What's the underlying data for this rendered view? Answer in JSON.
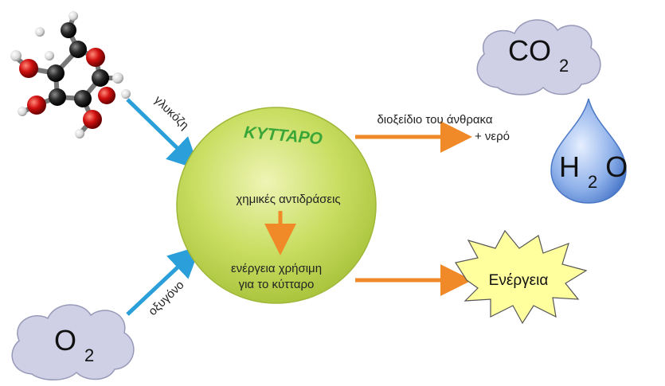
{
  "cell": {
    "title": "ΚΥΤΤΑΡΟ",
    "reactions": "χημικές αντιδράσεις",
    "energy_line1": "ενέργεια χρήσιμη",
    "energy_line2": "για το κύτταρο"
  },
  "inputs": {
    "glucose_label": "γλυκόζη",
    "oxygen_label": "οξυγόνο",
    "oxygen_cloud": {
      "symbol": "O",
      "subscript": "2"
    }
  },
  "outputs": {
    "co2_water_line1": "διοξείδιο του άνθρακα",
    "co2_water_line2": "+ νερό",
    "co2_cloud": {
      "symbol": "CO",
      "subscript": "2"
    },
    "water_drop": {
      "symbol_before": "H",
      "subscript": "2",
      "symbol_after": "O"
    },
    "energy_burst": "Ενέργεια"
  },
  "colors": {
    "cell_fill": "#c3d95a",
    "cell_title": "#3aa637",
    "input_arrow": "#2b9fd9",
    "output_arrow": "#f08a28",
    "cloud": "#cfd0e6",
    "drop": "#6a95d9",
    "burst": "#ffff9e"
  },
  "icons": {
    "glucose_molecule": "glucose-molecule-icon",
    "oxygen_cloud": "cloud-icon",
    "co2_cloud": "cloud-icon",
    "water_drop": "water-drop-icon",
    "energy_burst": "starburst-icon"
  }
}
